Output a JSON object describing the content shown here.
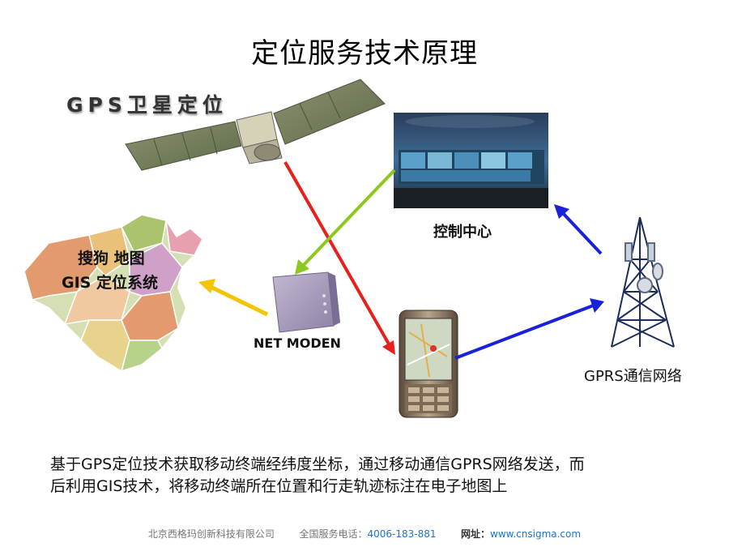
{
  "title": "定位服务技术原理",
  "labels": {
    "gps": "GPS卫星定位",
    "map_line1": "搜狗 地图",
    "map_line2": "GIS 定位系统",
    "control_center": "控制中心",
    "net_moden": "NET MODEN",
    "gprs": "GPRS通信网络"
  },
  "description": {
    "line1": "基于GPS定位技术获取移动终端经纬度坐标，通过移动通信GPRS网络发送，而",
    "line2": "后利用GIS技术，将移动终端所在位置和行走轨迹标注在电子地图上"
  },
  "footer": {
    "company": "北京西格玛创新科技有限公司",
    "hotline_label": "全国服务电话：",
    "hotline": "4006-183-881",
    "website_label": "网址：",
    "website": "www.cnsigma.com"
  },
  "colors": {
    "red_arrow": "#e8201c",
    "green_arrow": "#8cc81e",
    "yellow_arrow": "#f5c400",
    "blue_arrow": "#1a22d8"
  }
}
